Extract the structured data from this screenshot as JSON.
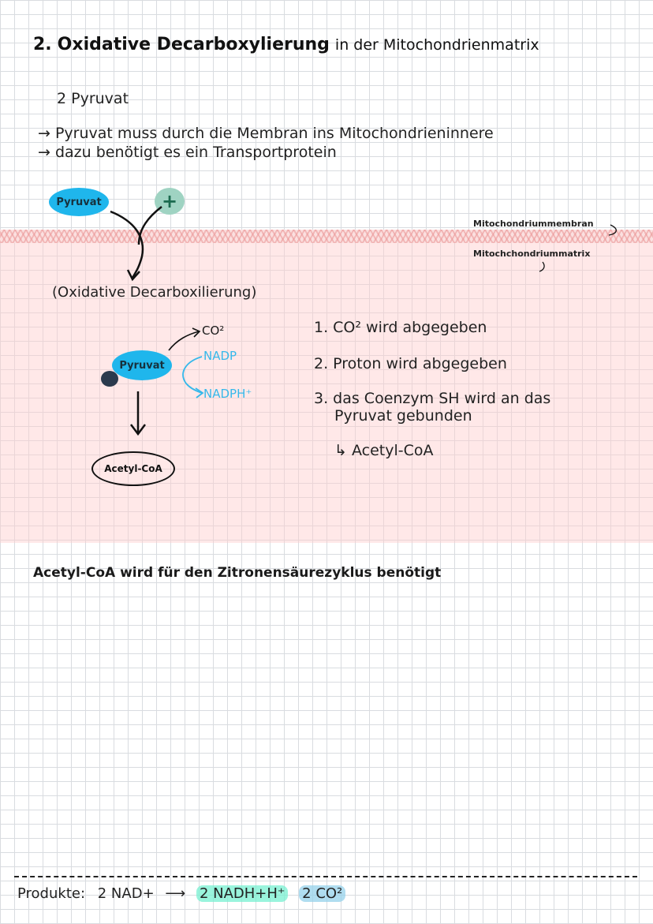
{
  "heading": {
    "number": "2.",
    "bold": "Oxidative Decarboxylierung",
    "rest": "in der Mitochondrienmatrix"
  },
  "input_line": "2 Pyruvat",
  "bullets": [
    "→ Pyruvat muss durch die Membran ins Mitochondrieninnere",
    "→ dazu benötigt es ein Transportprotein"
  ],
  "diagram_top": {
    "pyruvat_label": "Pyruvat",
    "plus_symbol": "+",
    "membrane_label": "Mitochondriummembran",
    "matrix_label": "Mitochchondriummatrix",
    "process_label": "(Oxidative Decarboxilierung)"
  },
  "reaction": {
    "pyruvat_label": "Pyruvat",
    "co2": "CO²",
    "nadp": "NADP",
    "nadph": "NADPH⁺",
    "product_label": "Acetyl-CoA"
  },
  "steps": [
    "1. CO² wird abgegeben",
    "2. Proton wird abgegeben",
    "3. das Coenzym SH wird an das",
    "Pyruvat gebunden"
  ],
  "step_result": "↳ Acetyl-CoA",
  "conclusion": "Acetyl-CoA wird für den Zitronensäurezyklus benötigt",
  "products": {
    "label": "Produkte:",
    "reactant": "2 NAD+",
    "arrow": "⟶",
    "product1": "2 NADH+H⁺",
    "product2": "2 CO²"
  },
  "colors": {
    "pyruvat_fill": "#1fb6ec",
    "plus_fill": "#9fd3c2",
    "matrix_fill": "#ffd8d8",
    "cyan_text": "#35b8ea",
    "highlight_green": "#78f0d2",
    "highlight_blue": "#96d2eb"
  }
}
